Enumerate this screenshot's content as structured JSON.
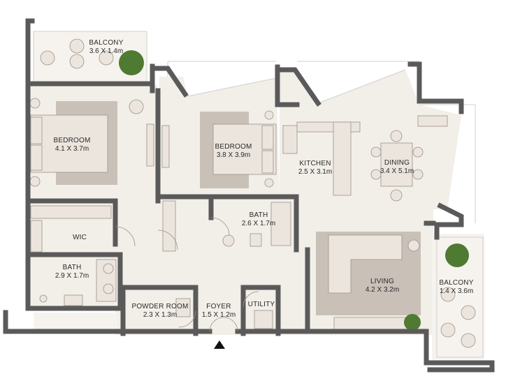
{
  "rooms": [
    {
      "id": "balcony-top",
      "name": "BALCONY",
      "dims": "3.6 X 1.4m"
    },
    {
      "id": "bedroom-1",
      "name": "BEDROOM",
      "dims": "4.1 X 3.7m"
    },
    {
      "id": "bedroom-2",
      "name": "BEDROOM",
      "dims": "3.8 X 3.9m"
    },
    {
      "id": "kitchen",
      "name": "KITCHEN",
      "dims": "2.5 X 3.1m"
    },
    {
      "id": "dining",
      "name": "DINING",
      "dims": "3.4 X 5.1m"
    },
    {
      "id": "bath-2",
      "name": "BATH",
      "dims": "2.6 X 1.7m"
    },
    {
      "id": "wic",
      "name": "WIC",
      "dims": ""
    },
    {
      "id": "bath-1",
      "name": "BATH",
      "dims": "2.9 X 1.7m"
    },
    {
      "id": "living",
      "name": "LIVING",
      "dims": "4.2 X 3.2m"
    },
    {
      "id": "balcony-right",
      "name": "BALCONY",
      "dims": "1.4 X 3.6m"
    },
    {
      "id": "powder-room",
      "name": "POWDER ROOM",
      "dims": "2.3 X 1.3m"
    },
    {
      "id": "foyer",
      "name": "FOYER",
      "dims": "1.5 X 1.2m"
    },
    {
      "id": "utility",
      "name": "UTILITY",
      "dims": ""
    }
  ],
  "colors": {
    "wall": "#5a5a5a",
    "floor": "#f2eee8",
    "balcony_floor": "#f6f3ee",
    "rug": "#c9c0b8",
    "furniture": "#ebe5de",
    "furniture_line": "#9a928a",
    "plant": "#4f7a32",
    "glass": "#d8d8d8",
    "entry_arrow": "#111111"
  },
  "icons": {
    "entry": "entry-arrow-icon",
    "plant": "plant-icon"
  }
}
